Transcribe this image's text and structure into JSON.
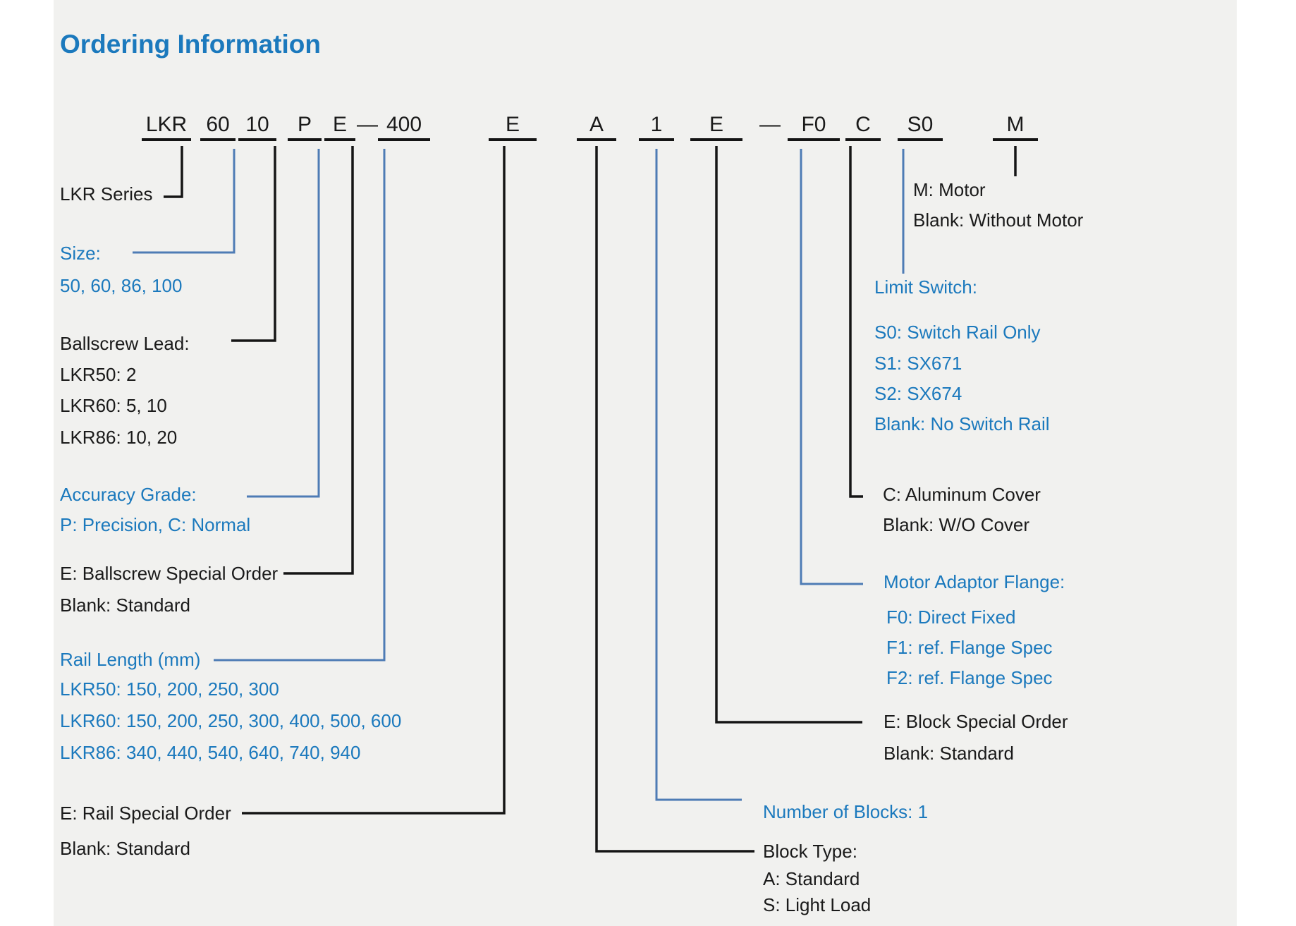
{
  "title": "Ordering Information",
  "colors": {
    "accent_blue_text": "#1b79bd",
    "connector_blue": "#4e7cb5",
    "connector_black": "#151515",
    "page_background": "#f1f1ef",
    "text_black": "#1a1a1a"
  },
  "code": {
    "segments": [
      {
        "id": "series",
        "label": "LKR"
      },
      {
        "id": "size",
        "label": "60"
      },
      {
        "id": "lead",
        "label": "10"
      },
      {
        "id": "accuracy",
        "label": "P"
      },
      {
        "id": "ballscrew-special",
        "label": "E"
      },
      {
        "id": "dash-1",
        "label": "—"
      },
      {
        "id": "rail-length",
        "label": "400"
      },
      {
        "id": "rail-special",
        "label": "E"
      },
      {
        "id": "block-type",
        "label": "A"
      },
      {
        "id": "num-blocks",
        "label": "1"
      },
      {
        "id": "block-special",
        "label": "E"
      },
      {
        "id": "dash-2",
        "label": "—"
      },
      {
        "id": "flange",
        "label": "F0"
      },
      {
        "id": "cover",
        "label": "C"
      },
      {
        "id": "limit-switch",
        "label": "S0"
      },
      {
        "id": "motor",
        "label": "M"
      }
    ]
  },
  "left": {
    "series_label": "LKR Series",
    "size_title": "Size:",
    "size_values": "50, 60, 86, 100",
    "lead_title": "Ballscrew Lead:",
    "lead_lines": [
      "LKR50: 2",
      "LKR60: 5, 10",
      "LKR86: 10, 20"
    ],
    "accuracy_title": "Accuracy Grade:",
    "accuracy_line": "P: Precision, C: Normal",
    "ballscrew_special": [
      "E: Ballscrew Special Order",
      "Blank: Standard"
    ],
    "rail_title": "Rail Length (mm)",
    "rail_lines": [
      "LKR50: 150, 200, 250, 300",
      "LKR60: 150, 200, 250, 300, 400, 500, 600",
      "LKR86: 340, 440, 540, 640, 740, 940"
    ],
    "rail_special": [
      "E: Rail Special Order",
      "Blank: Standard"
    ]
  },
  "right": {
    "motor": [
      "M: Motor",
      "Blank: Without Motor"
    ],
    "limit_switch_title": "Limit Switch:",
    "limit_switch_lines": [
      "S0: Switch Rail Only",
      "S1: SX671",
      "S2: SX674",
      "Blank: No Switch Rail"
    ],
    "cover": [
      "C: Aluminum Cover",
      "Blank: W/O Cover"
    ],
    "flange_title": "Motor Adaptor Flange:",
    "flange_lines": [
      "F0: Direct Fixed",
      "F1: ref. Flange Spec",
      "F2: ref. Flange Spec"
    ],
    "block_special": [
      "E: Block Special Order",
      "Blank: Standard"
    ],
    "num_blocks": "Number of Blocks: 1",
    "block_type_title": "Block Type:",
    "block_type_lines": [
      "A: Standard",
      "S: Light Load"
    ]
  }
}
